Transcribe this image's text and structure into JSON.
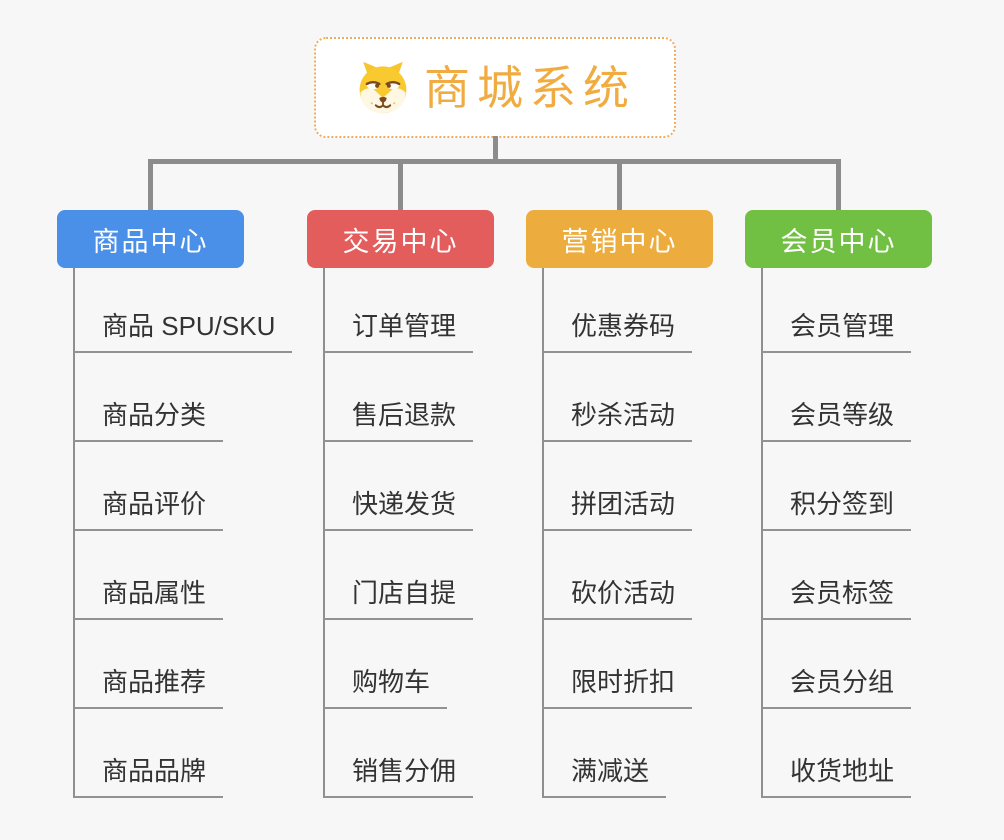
{
  "page": {
    "background": "#f7f7f7",
    "connector_color": "#8c8c8c"
  },
  "root": {
    "title": "商城系统",
    "icon": "dog-face-icon",
    "text_color": "#f0ac40",
    "border_color": "#ecaf5b"
  },
  "branches": [
    {
      "label": "商品中心",
      "color": "#4a8fe8",
      "items": [
        "商品 SPU/SKU",
        "商品分类",
        "商品评价",
        "商品属性",
        "商品推荐",
        "商品品牌"
      ]
    },
    {
      "label": "交易中心",
      "color": "#e35d5d",
      "items": [
        "订单管理",
        "售后退款",
        "快递发货",
        "门店自提",
        "购物车",
        "销售分佣"
      ]
    },
    {
      "label": "营销中心",
      "color": "#edad3e",
      "items": [
        "优惠券码",
        "秒杀活动",
        "拼团活动",
        "砍价活动",
        "限时折扣",
        "满减送"
      ]
    },
    {
      "label": "会员中心",
      "color": "#72c043",
      "items": [
        "会员管理",
        "会员等级",
        "积分签到",
        "会员标签",
        "会员分组",
        "收货地址"
      ]
    }
  ]
}
